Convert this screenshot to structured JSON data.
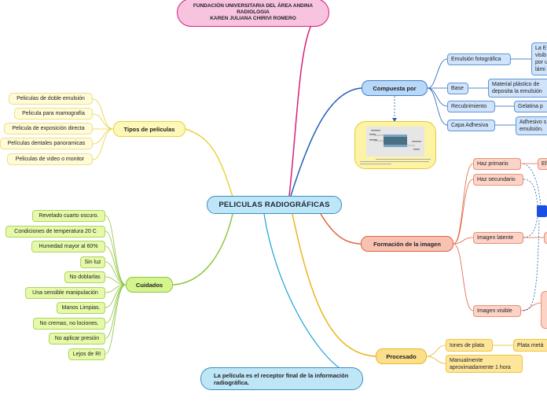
{
  "title": {
    "line1": "FUNDACIÓN UNIVERSITARIA DEL ÁREA ANDINA",
    "line2": "RADIOLOGIA",
    "line3": "KAREN JULIANA CHIRIVI ROMERO"
  },
  "center": "PELICULAS RADIOGRÁFICAS",
  "note": "La película es el receptor final de la información radiográfica.",
  "tipos": {
    "label": "Tipos de películas",
    "items": [
      "Peliculas de doble emulsión",
      "Pelicula para mamografía",
      "Pelicula de exposición directa",
      "Películas dentales panoramicas",
      "Peliculas de video o monitor"
    ]
  },
  "cuidados": {
    "label": "Cuidados",
    "items": [
      "Revelado cuarto oscuro.",
      "Condiciones de temperatura 20 C",
      "Humedad mayor al 60%",
      "Sin luz",
      "No doblarlas",
      "Una sensible manipulación",
      "Manos Limpias.",
      "No cremas, no lociones.",
      "No aplicar presión",
      "Lejos de RI"
    ]
  },
  "compuesta": {
    "label": "Compuesta por",
    "items": [
      {
        "label": "Emulsión fotográfica",
        "detail": [
          "La E",
          "visib",
          "por u",
          "lámi"
        ]
      },
      {
        "label": "Base",
        "detail": [
          "Material plástico de",
          "deposita la emulsión"
        ]
      },
      {
        "label": "Recubrimiento",
        "detail": [
          "Gelatina p"
        ]
      },
      {
        "label": "Capa Adhesiva",
        "detail": [
          "Adhesivo s",
          "emulsión."
        ]
      }
    ]
  },
  "formacion": {
    "label": "Formación de la imagen",
    "items": [
      "Haz primario",
      "Haz secundario",
      "Imagen latente",
      "Imagen visible"
    ],
    "primario_detail": "Efe"
  },
  "procesado": {
    "label": "Procesado",
    "items": [
      "Iones de plata",
      "Manualmente aproximadamente 1 hora"
    ],
    "iones_detail": "Plata metá"
  },
  "colors": {
    "title": "#d81f7a",
    "center": "#3a8fc1",
    "tipos": "#e8d23c",
    "cuidados": "#8cc63e",
    "compuesta": "#1f5fb5",
    "formacion": "#e1623f",
    "procesado": "#eab51e",
    "note": "#1aa3d9"
  }
}
